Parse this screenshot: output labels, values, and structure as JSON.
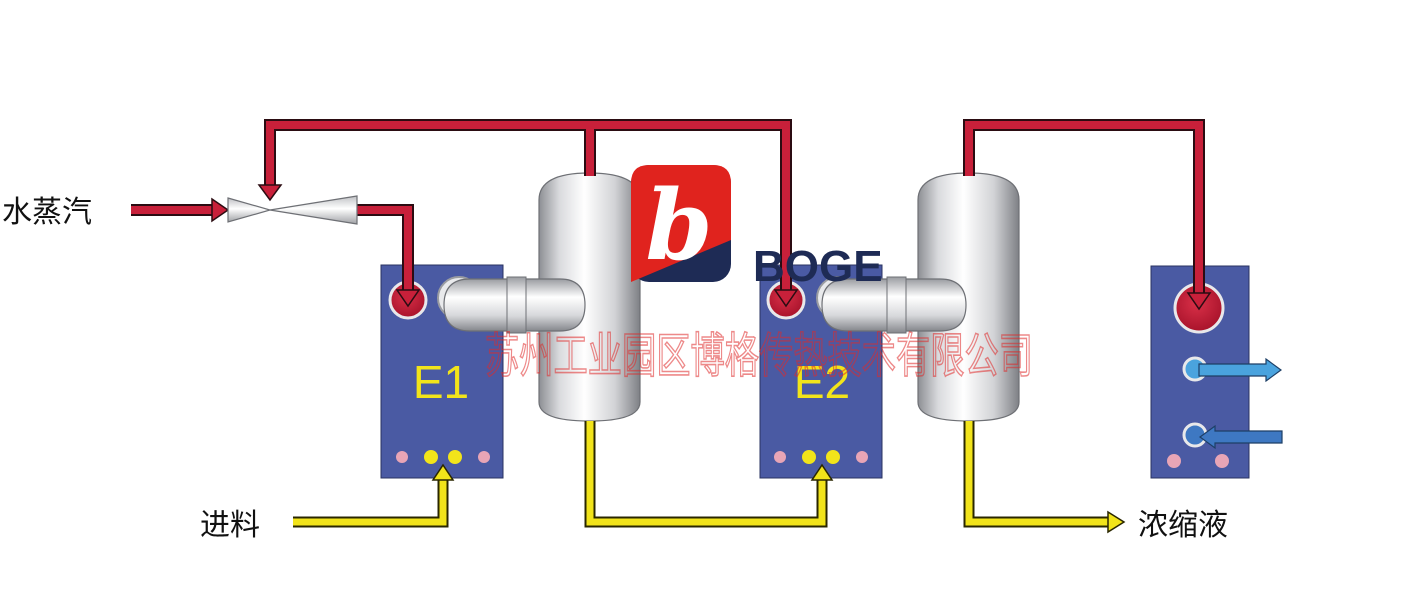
{
  "labels": {
    "steam": "水蒸汽",
    "feed": "进料",
    "concentrate": "浓缩液"
  },
  "units": {
    "e1": "E1",
    "e2": "E2"
  },
  "brand": {
    "logo_letter": "b",
    "name": "BOGE"
  },
  "watermark": "苏州工业园区博格传热技术有限公司",
  "colors": {
    "steam_pipe": "#c8203a",
    "feed_pipe": "#f2e41a",
    "plate": "#4a5aa3",
    "plate_label": "#f2e41a",
    "cooling_out": "#4aa3de",
    "cooling_in": "#3e78c2",
    "logo_red": "#e0231e",
    "brand_navy": "#1e2b55"
  }
}
